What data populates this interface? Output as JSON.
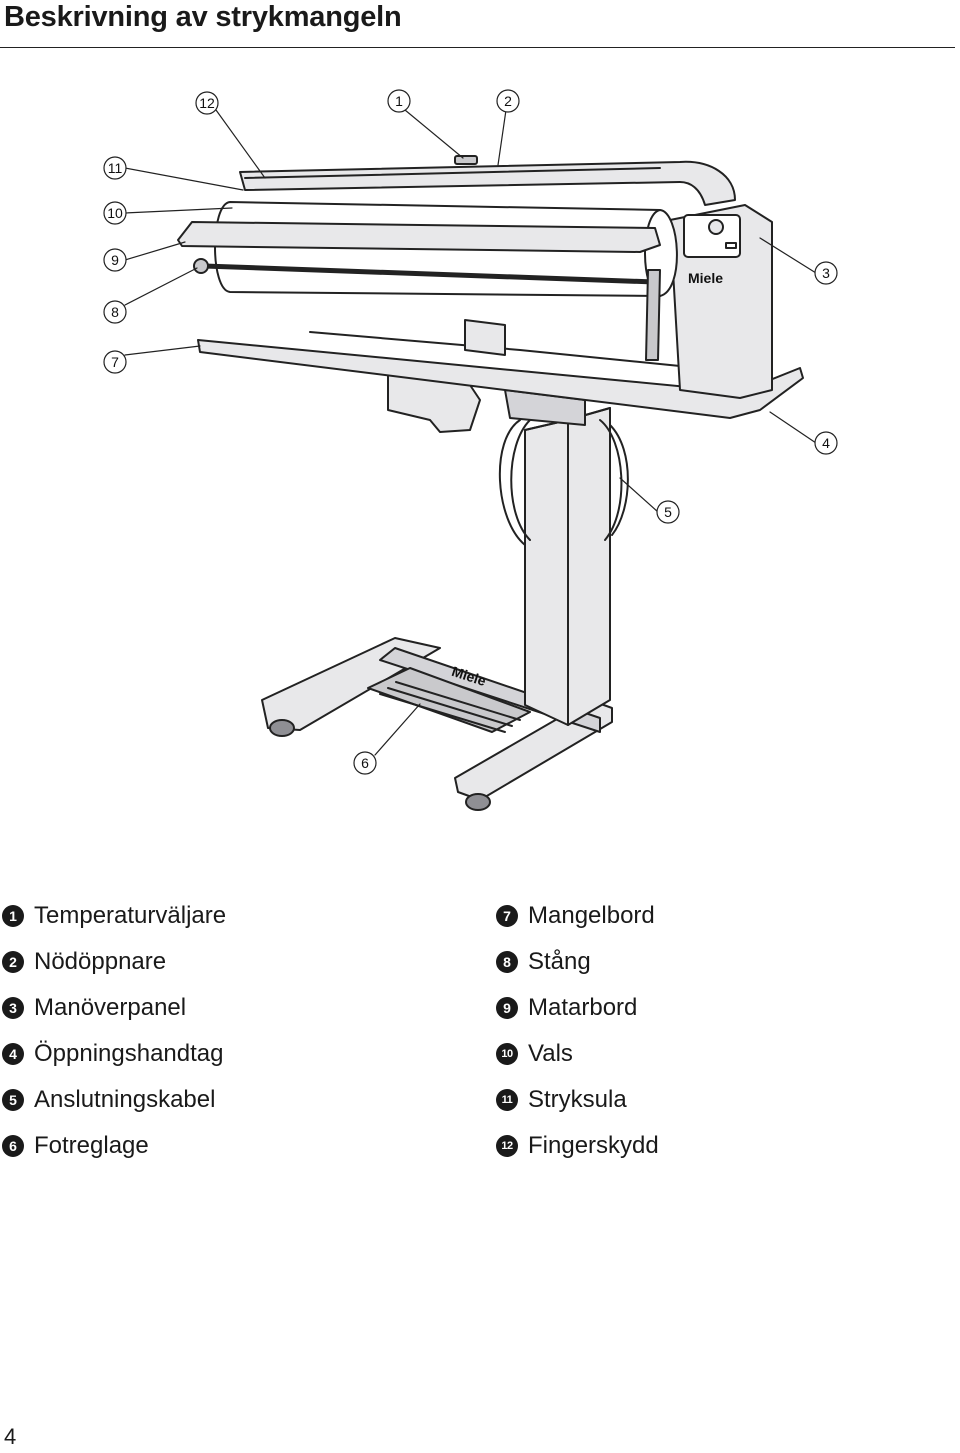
{
  "page": {
    "title": "Beskrivning av strykmangeln",
    "page_number": "4"
  },
  "figure": {
    "brand_label": "Miele",
    "callouts": [
      "1",
      "2",
      "3",
      "4",
      "5",
      "6",
      "7",
      "8",
      "9",
      "10",
      "11",
      "12"
    ]
  },
  "legend": {
    "left": [
      {
        "num": "1",
        "label": "Temperaturväljare"
      },
      {
        "num": "2",
        "label": "Nödöppnare"
      },
      {
        "num": "3",
        "label": "Manöverpanel"
      },
      {
        "num": "4",
        "label": "Öppningshandtag"
      },
      {
        "num": "5",
        "label": "Anslutningskabel"
      },
      {
        "num": "6",
        "label": "Fotreglage"
      }
    ],
    "right": [
      {
        "num": "7",
        "label": "Mangelbord"
      },
      {
        "num": "8",
        "label": "Stång"
      },
      {
        "num": "9",
        "label": "Matarbord"
      },
      {
        "num": "10",
        "label": "Vals"
      },
      {
        "num": "11",
        "label": "Stryksula"
      },
      {
        "num": "12",
        "label": "Fingerskydd"
      }
    ]
  },
  "colors": {
    "line": "#222222",
    "fill_light": "#e8e8ea",
    "fill_mid": "#c9c9cc",
    "fill_dark": "#8f8f94"
  }
}
